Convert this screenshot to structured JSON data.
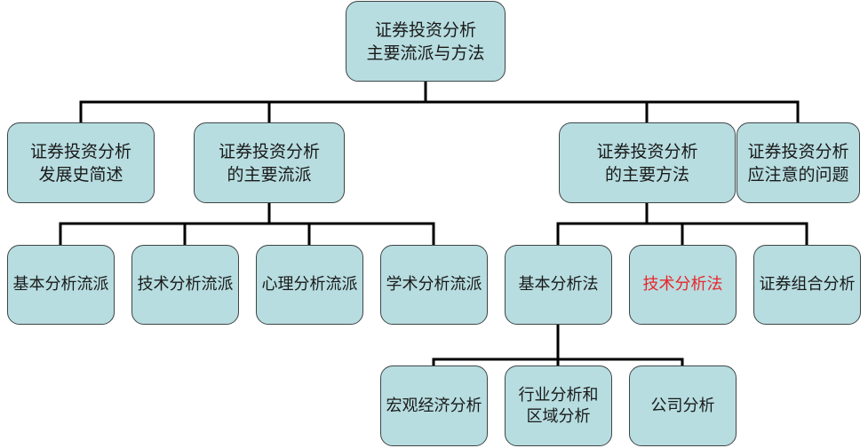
{
  "nodes": {
    "root": "证券投资分析\n主要流派与方法",
    "history": "证券投资分析\n发展史简述",
    "schools": "证券投资分析\n的主要流派",
    "methods": "证券投资分析\n的主要方法",
    "notes": "证券投资分析\n应注意的问题",
    "fundamental_school": "基本分析流派",
    "technical_school": "技术分析流派",
    "psychological_school": "心理分析流派",
    "academic_school": "学术分析流派",
    "fundamental_method": "基本分析法",
    "technical_method": "技术分析法",
    "portfolio_analysis": "证券组合分析",
    "macro_analysis": "宏观经济分析",
    "industry_region_analysis": "行业分析和\n区域分析",
    "company_analysis": "公司分析"
  },
  "colors": {
    "node_fill": "#b7dde0",
    "node_border": "#3f4446",
    "highlight_text": "#e8262b",
    "connector": "#000000"
  }
}
